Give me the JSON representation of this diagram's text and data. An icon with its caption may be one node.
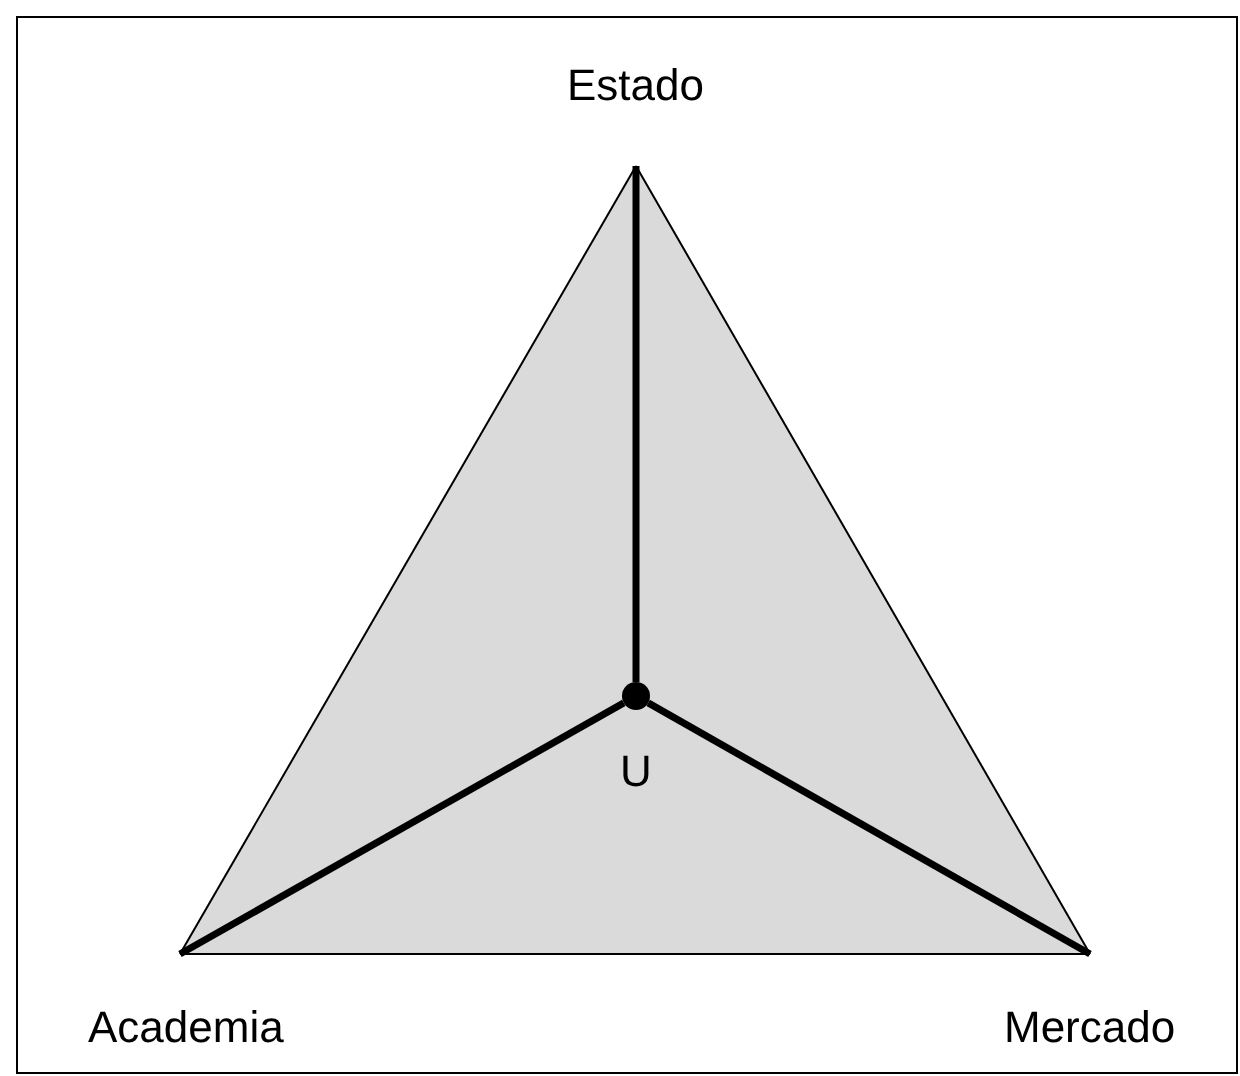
{
  "diagram": {
    "nodes": [
      {
        "text": [
          "Estado"
        ]
      },
      {
        "text": [
          "Academia"
        ]
      },
      {
        "text": [
          "Mercado"
        ]
      },
      {
        "text": [
          "U"
        ]
      }
    ],
    "edges": [
      {
        "from": 0,
        "to": 1,
        "arrow": "none"
      },
      {
        "from": 0,
        "to": 2,
        "arrow": "none"
      },
      {
        "from": 1,
        "to": 2,
        "arrow": "none"
      },
      {
        "from": 3,
        "to": 0,
        "arrow": "none",
        "style": "thick"
      },
      {
        "from": 3,
        "to": 1,
        "arrow": "none",
        "style": "thick"
      },
      {
        "from": 3,
        "to": 2,
        "arrow": "none",
        "style": "thick"
      }
    ]
  }
}
